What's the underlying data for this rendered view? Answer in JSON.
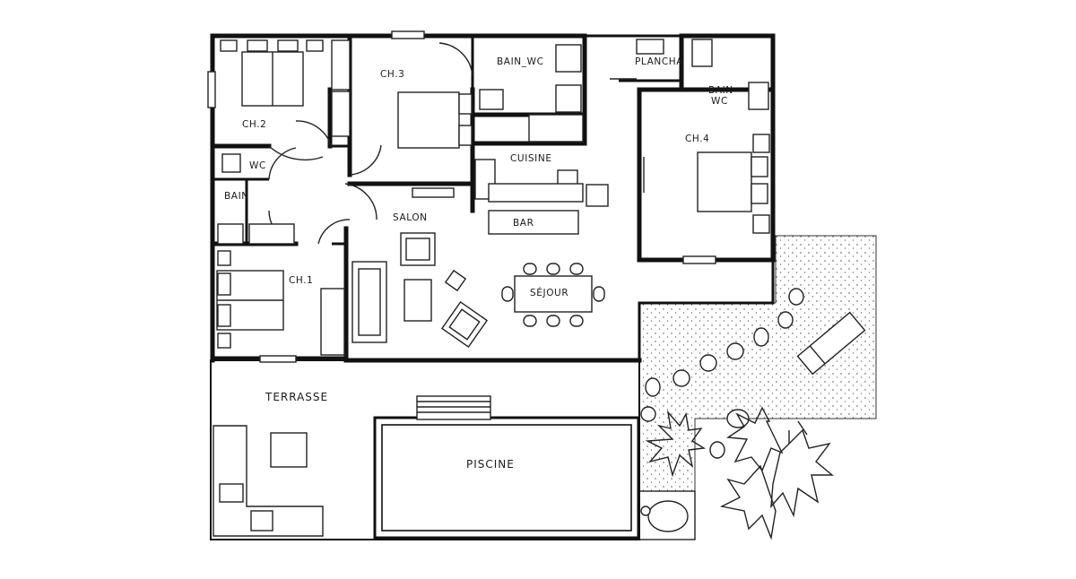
{
  "plan": {
    "rooms": {
      "ch2": "CH.2",
      "ch3": "CH.3",
      "bain_wc_top": "BAIN_WC",
      "plancha": "PLANCHA",
      "bain_wc_right_1": "BAIN",
      "bain_wc_right_2": "WC",
      "wc": "WC",
      "cuisine": "CUISINE",
      "ch4": "CH.4",
      "bain": "BAIN",
      "salon": "SALON",
      "bar": "BAR",
      "ch1": "CH.1",
      "sejour": "SÉJOUR",
      "terrasse": "TERRASSE",
      "piscine": "PISCINE"
    }
  }
}
